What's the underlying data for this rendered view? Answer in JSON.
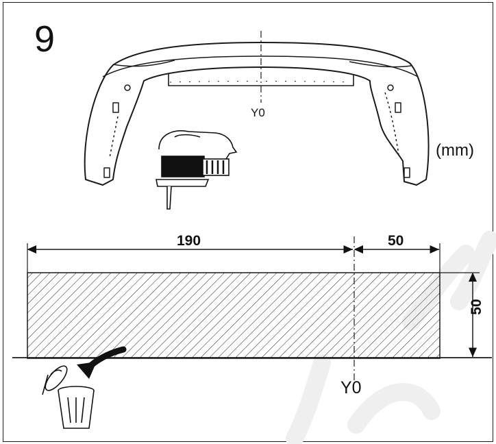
{
  "step_number": "9",
  "unit_label": "(mm)",
  "axis_label_top": "Y0",
  "axis_label_bottom": "Y0",
  "dimensions": {
    "length_left": "190",
    "length_right": "50",
    "height": "50"
  },
  "icons": {
    "tool": "jigsaw-icon",
    "discard": "trash-bin-icon",
    "arrow": "curved-arrow-icon"
  },
  "colors": {
    "line": "#1a1a1a",
    "watermark": "#f2f2f2"
  }
}
